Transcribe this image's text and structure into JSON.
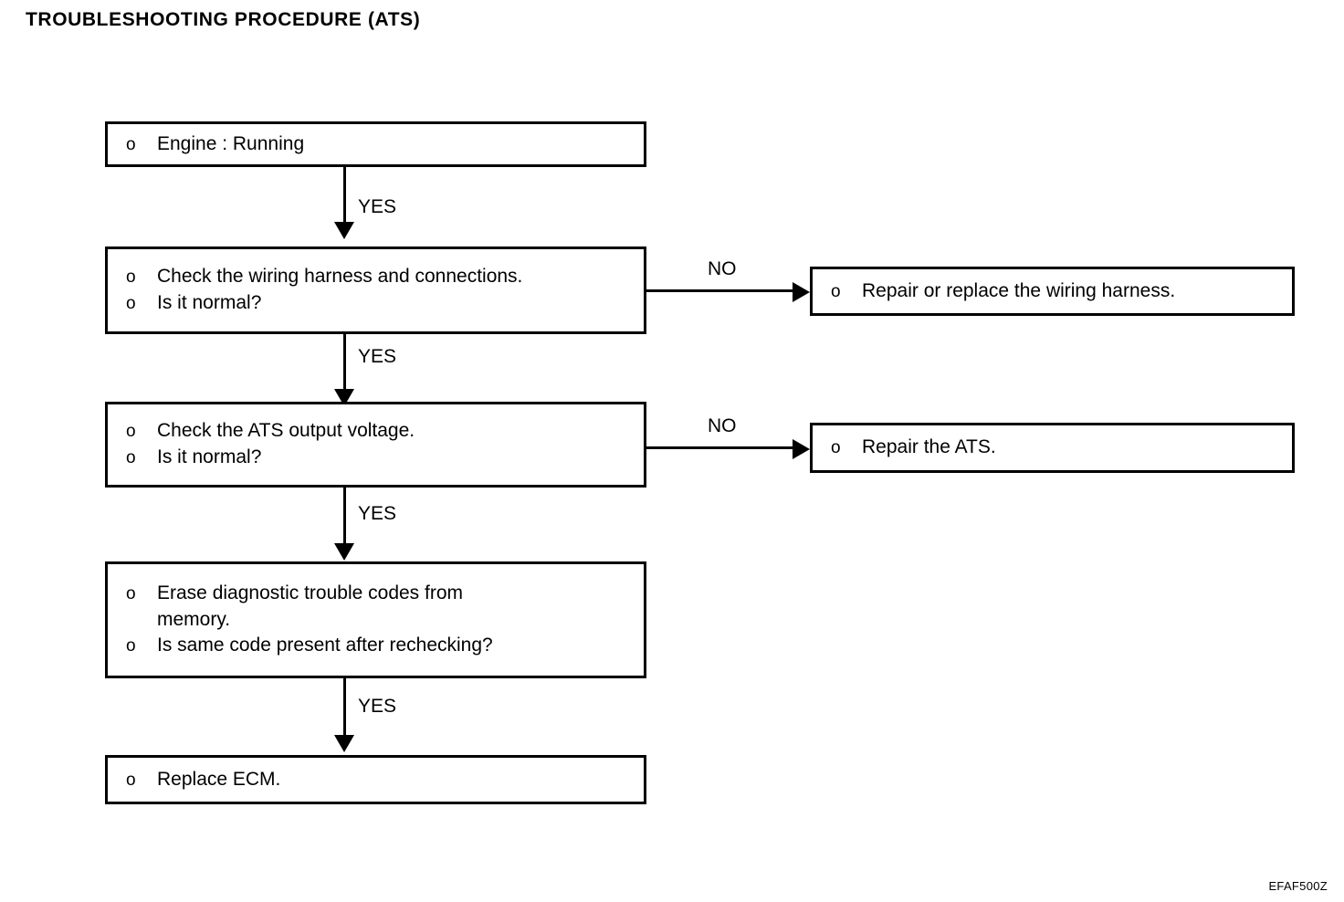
{
  "document": {
    "title": "TROUBLESHOOTING PROCEDURE (ATS)",
    "figure_code": "EFAF500Z",
    "bullet_glyph": "o",
    "ink_color": "#000000",
    "background_color": "#ffffff"
  },
  "flowchart": {
    "boxes": [
      {
        "id": "engine",
        "lines": [
          "Engine : Running"
        ]
      },
      {
        "id": "wiring",
        "lines": [
          "Check the wiring harness and connections.",
          "Is it normal?"
        ]
      },
      {
        "id": "voltage",
        "lines": [
          "Check the ATS output voltage.",
          "Is it normal?"
        ]
      },
      {
        "id": "erase",
        "lines": [
          "Erase diagnostic trouble codes from",
          "memory.",
          "Is same code present after rechecking?"
        ]
      },
      {
        "id": "ecm",
        "lines": [
          "Replace ECM."
        ]
      },
      {
        "id": "repair-harness",
        "lines": [
          "Repair or replace the wiring harness."
        ]
      },
      {
        "id": "repair-ats",
        "lines": [
          "Repair the ATS."
        ]
      }
    ],
    "connectors": [
      {
        "id": "engine-to-wiring",
        "label": "YES",
        "direction": "down"
      },
      {
        "id": "wiring-to-voltage",
        "label": "YES",
        "direction": "down"
      },
      {
        "id": "voltage-to-erase",
        "label": "YES",
        "direction": "down"
      },
      {
        "id": "erase-to-ecm",
        "label": "YES",
        "direction": "down"
      },
      {
        "id": "wiring-to-repair-harness",
        "label": "NO",
        "direction": "right"
      },
      {
        "id": "voltage-to-repair-ats",
        "label": "NO",
        "direction": "right"
      }
    ]
  }
}
